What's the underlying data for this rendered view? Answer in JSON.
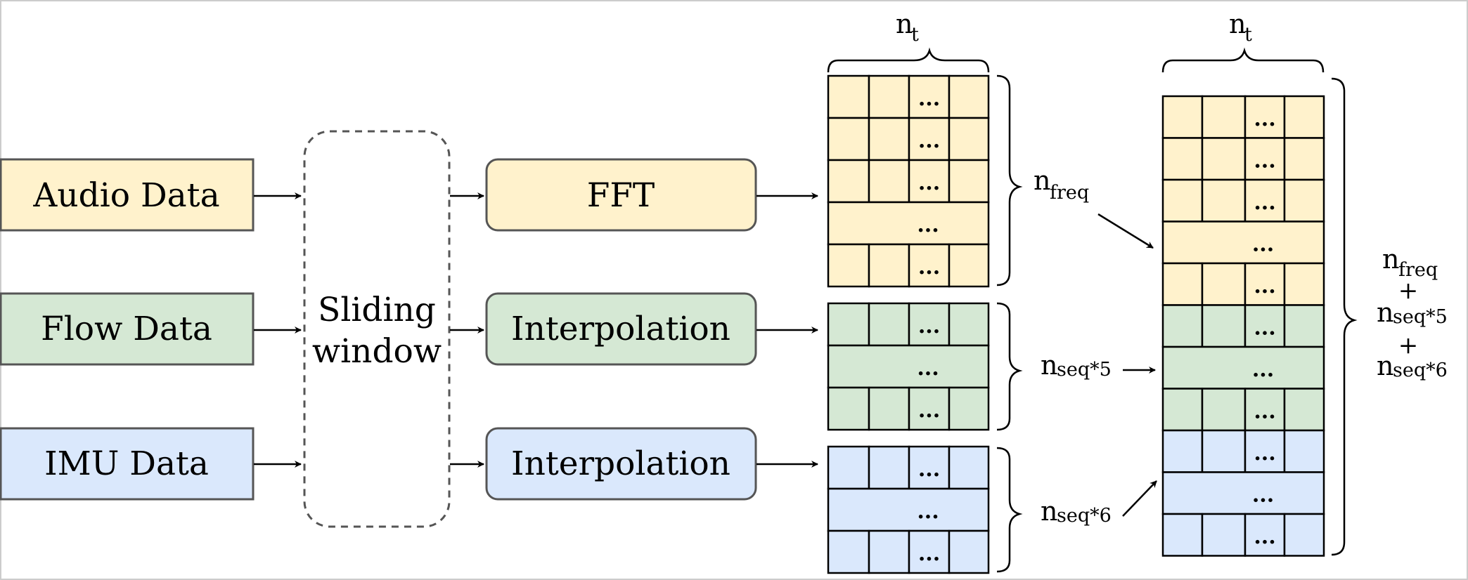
{
  "inputs": {
    "audio": "Audio Data",
    "flow": "Flow Data",
    "imu": "IMU Data"
  },
  "window": {
    "line1": "Sliding",
    "line2": "window"
  },
  "process": {
    "fft": "FFT",
    "interp_flow": "Interpolation",
    "interp_imu": "Interpolation"
  },
  "labels": {
    "n": "n",
    "t_sub": "t",
    "freq_sub": "freq",
    "seq5_sub": "seq*5",
    "seq6_sub": "seq*6",
    "plus": "+",
    "dots": "..."
  },
  "colors": {
    "audio": "#fff2cc",
    "flow": "#d5e8d4",
    "imu": "#dae8fc",
    "stroke": "#000000",
    "box_stroke": "#555555"
  }
}
